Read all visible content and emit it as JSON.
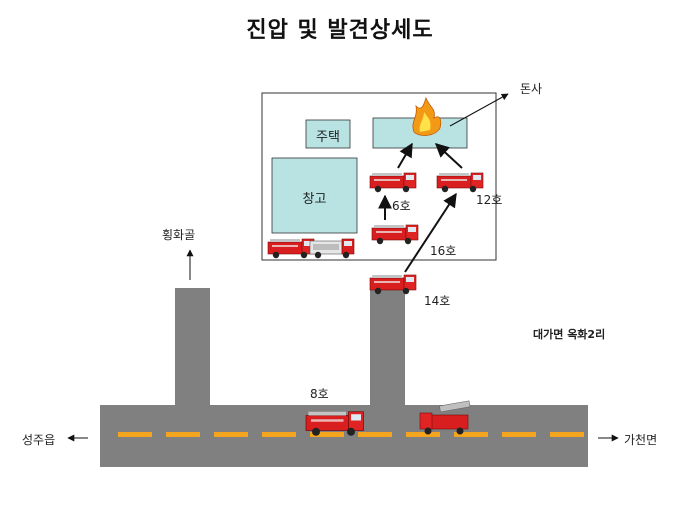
{
  "title": "진압 및 발견상세도",
  "labels": {
    "house": "주택",
    "warehouse": "창고",
    "neighbor": "돈사",
    "north_road": "횡화골",
    "west_road": "성주읍",
    "east_road": "가천면",
    "location": "대가면 옥화2리"
  },
  "units": {
    "u6": "6호",
    "u12": "12호",
    "u16": "16호",
    "u14": "14호",
    "u8": "8호"
  },
  "colors": {
    "building_fill": "#b9e3e3",
    "road": "#808080",
    "lane_marking": "#f5a41d",
    "truck_red": "#d81e1e"
  }
}
